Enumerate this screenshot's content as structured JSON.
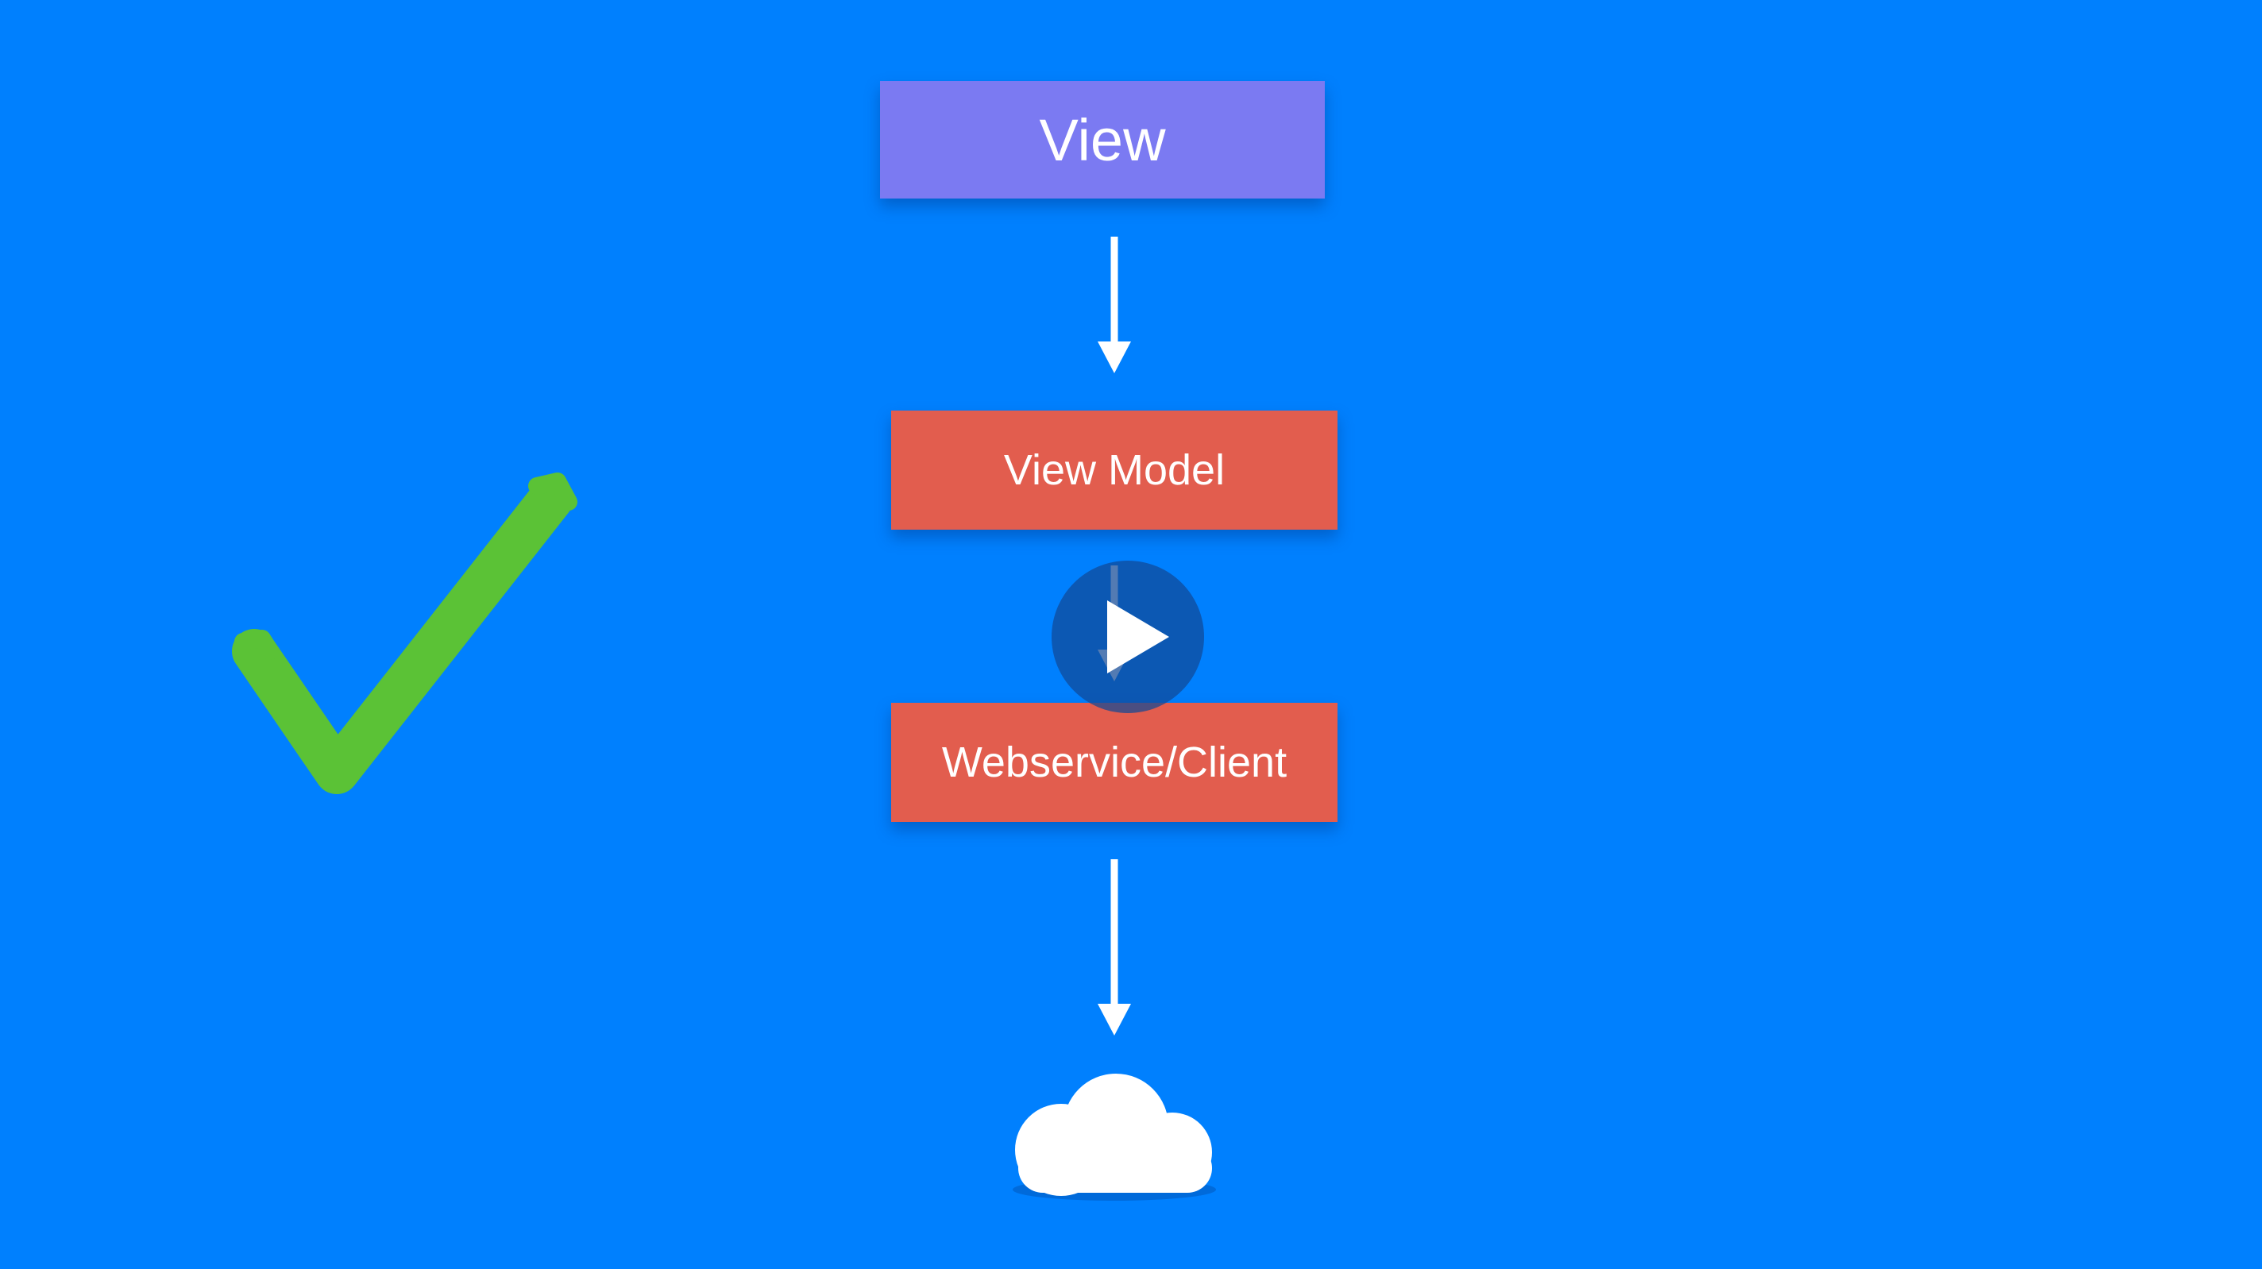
{
  "diagram": {
    "nodes": {
      "view": {
        "label": "View",
        "color": "#7B7AF2"
      },
      "view_model": {
        "label": "View Model",
        "color": "#E25D4E"
      },
      "webservice_client": {
        "label": "Webservice/Client",
        "color": "#E25D4E"
      },
      "cloud": {
        "icon": "cloud-icon",
        "color": "#FFFFFF"
      }
    },
    "edges": [
      {
        "from": "view",
        "to": "view_model"
      },
      {
        "from": "view_model",
        "to": "webservice_client"
      },
      {
        "from": "webservice_client",
        "to": "cloud"
      }
    ]
  },
  "decorations": {
    "checkmark": {
      "icon": "checkmark-icon",
      "color": "#5BC236"
    }
  },
  "player": {
    "play_button": {
      "icon": "play-icon"
    }
  },
  "colors": {
    "background": "#0080FE",
    "arrow": "#FFFFFF"
  }
}
